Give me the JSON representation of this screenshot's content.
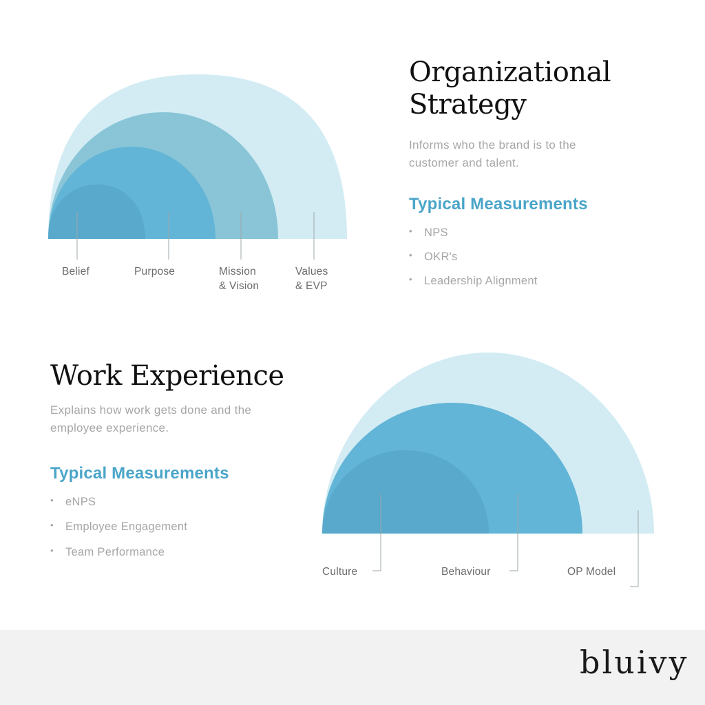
{
  "org_strategy": {
    "title_line1": "Organizational",
    "title_line2": "Strategy",
    "description": "Informs who the brand is to the customer and talent.",
    "measurements_title": "Typical Measurements",
    "measurements": [
      "NPS",
      "OKR's",
      "Leadership Alignment"
    ],
    "diagram_labels": [
      "Belief",
      "Purpose",
      "Mission\n& Vision",
      "Values\n& EVP"
    ]
  },
  "work_experience": {
    "title": "Work Experience",
    "description": "Explains how work gets done and the employee experience.",
    "measurements_title": "Typical Measurements",
    "measurements": [
      "eNPS",
      "Employee Engagement",
      "Team Performance"
    ],
    "diagram_labels": [
      "Culture",
      "Behaviour",
      "OP Model"
    ]
  },
  "colors": {
    "light": "#d3ecf4",
    "mid": "#89c5d7",
    "blue": "#62b5d6",
    "deep": "#58a9cc",
    "accent_text": "#4aa5c9"
  },
  "footer": {
    "brand": "bluivy"
  }
}
